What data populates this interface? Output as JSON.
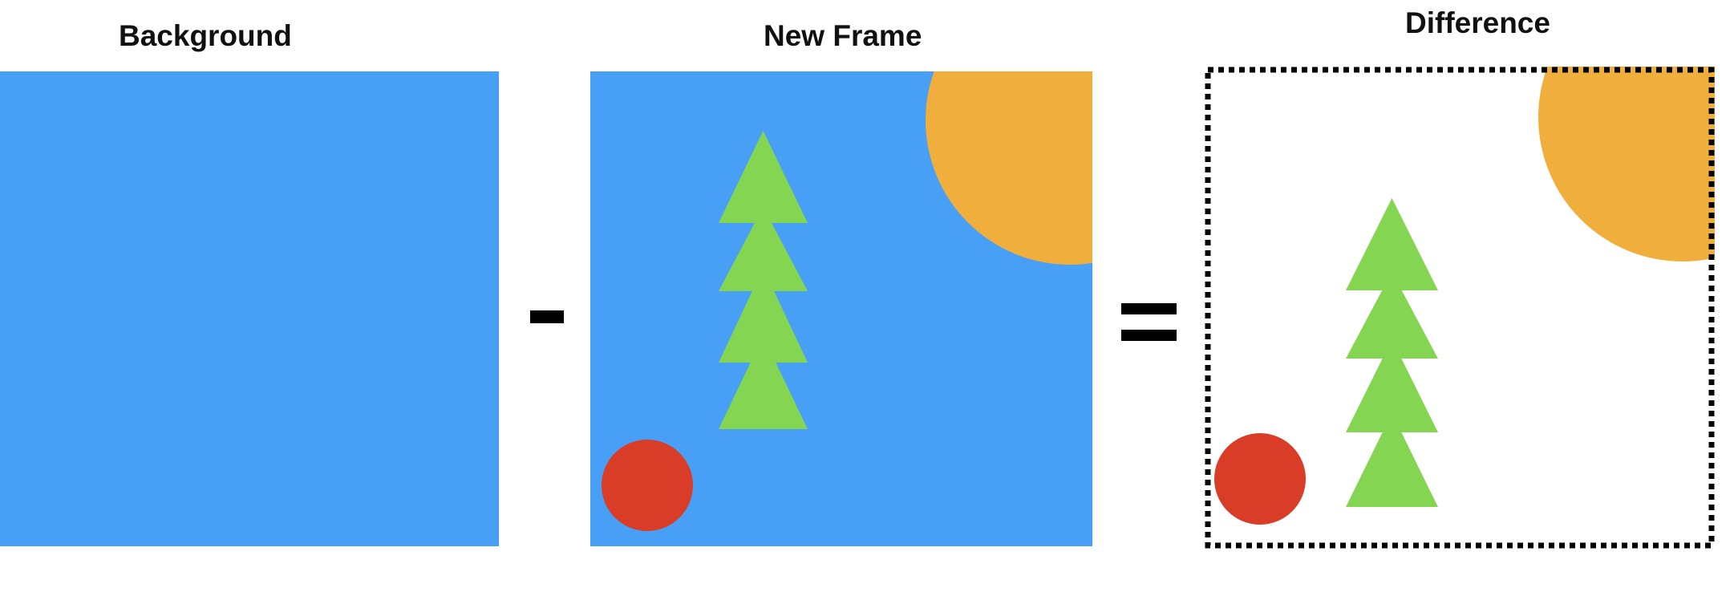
{
  "panels": {
    "background": {
      "title": "Background"
    },
    "new_frame": {
      "title": "New Frame"
    },
    "difference": {
      "title": "Difference"
    }
  },
  "operators": {
    "minus": "minus",
    "equals": "equals"
  },
  "colors": {
    "background_blue": "#489ff6",
    "sun_orange": "#f0af3d",
    "tree_green": "#84d652",
    "ball_red": "#d93c27",
    "border_black": "#000000",
    "empty_white": "#ffffff"
  },
  "icons": {
    "minus": "minus-sign",
    "equals": "equals-sign",
    "sun": "orange-circle",
    "tree": "stacked-green-triangles",
    "ball": "red-circle"
  }
}
